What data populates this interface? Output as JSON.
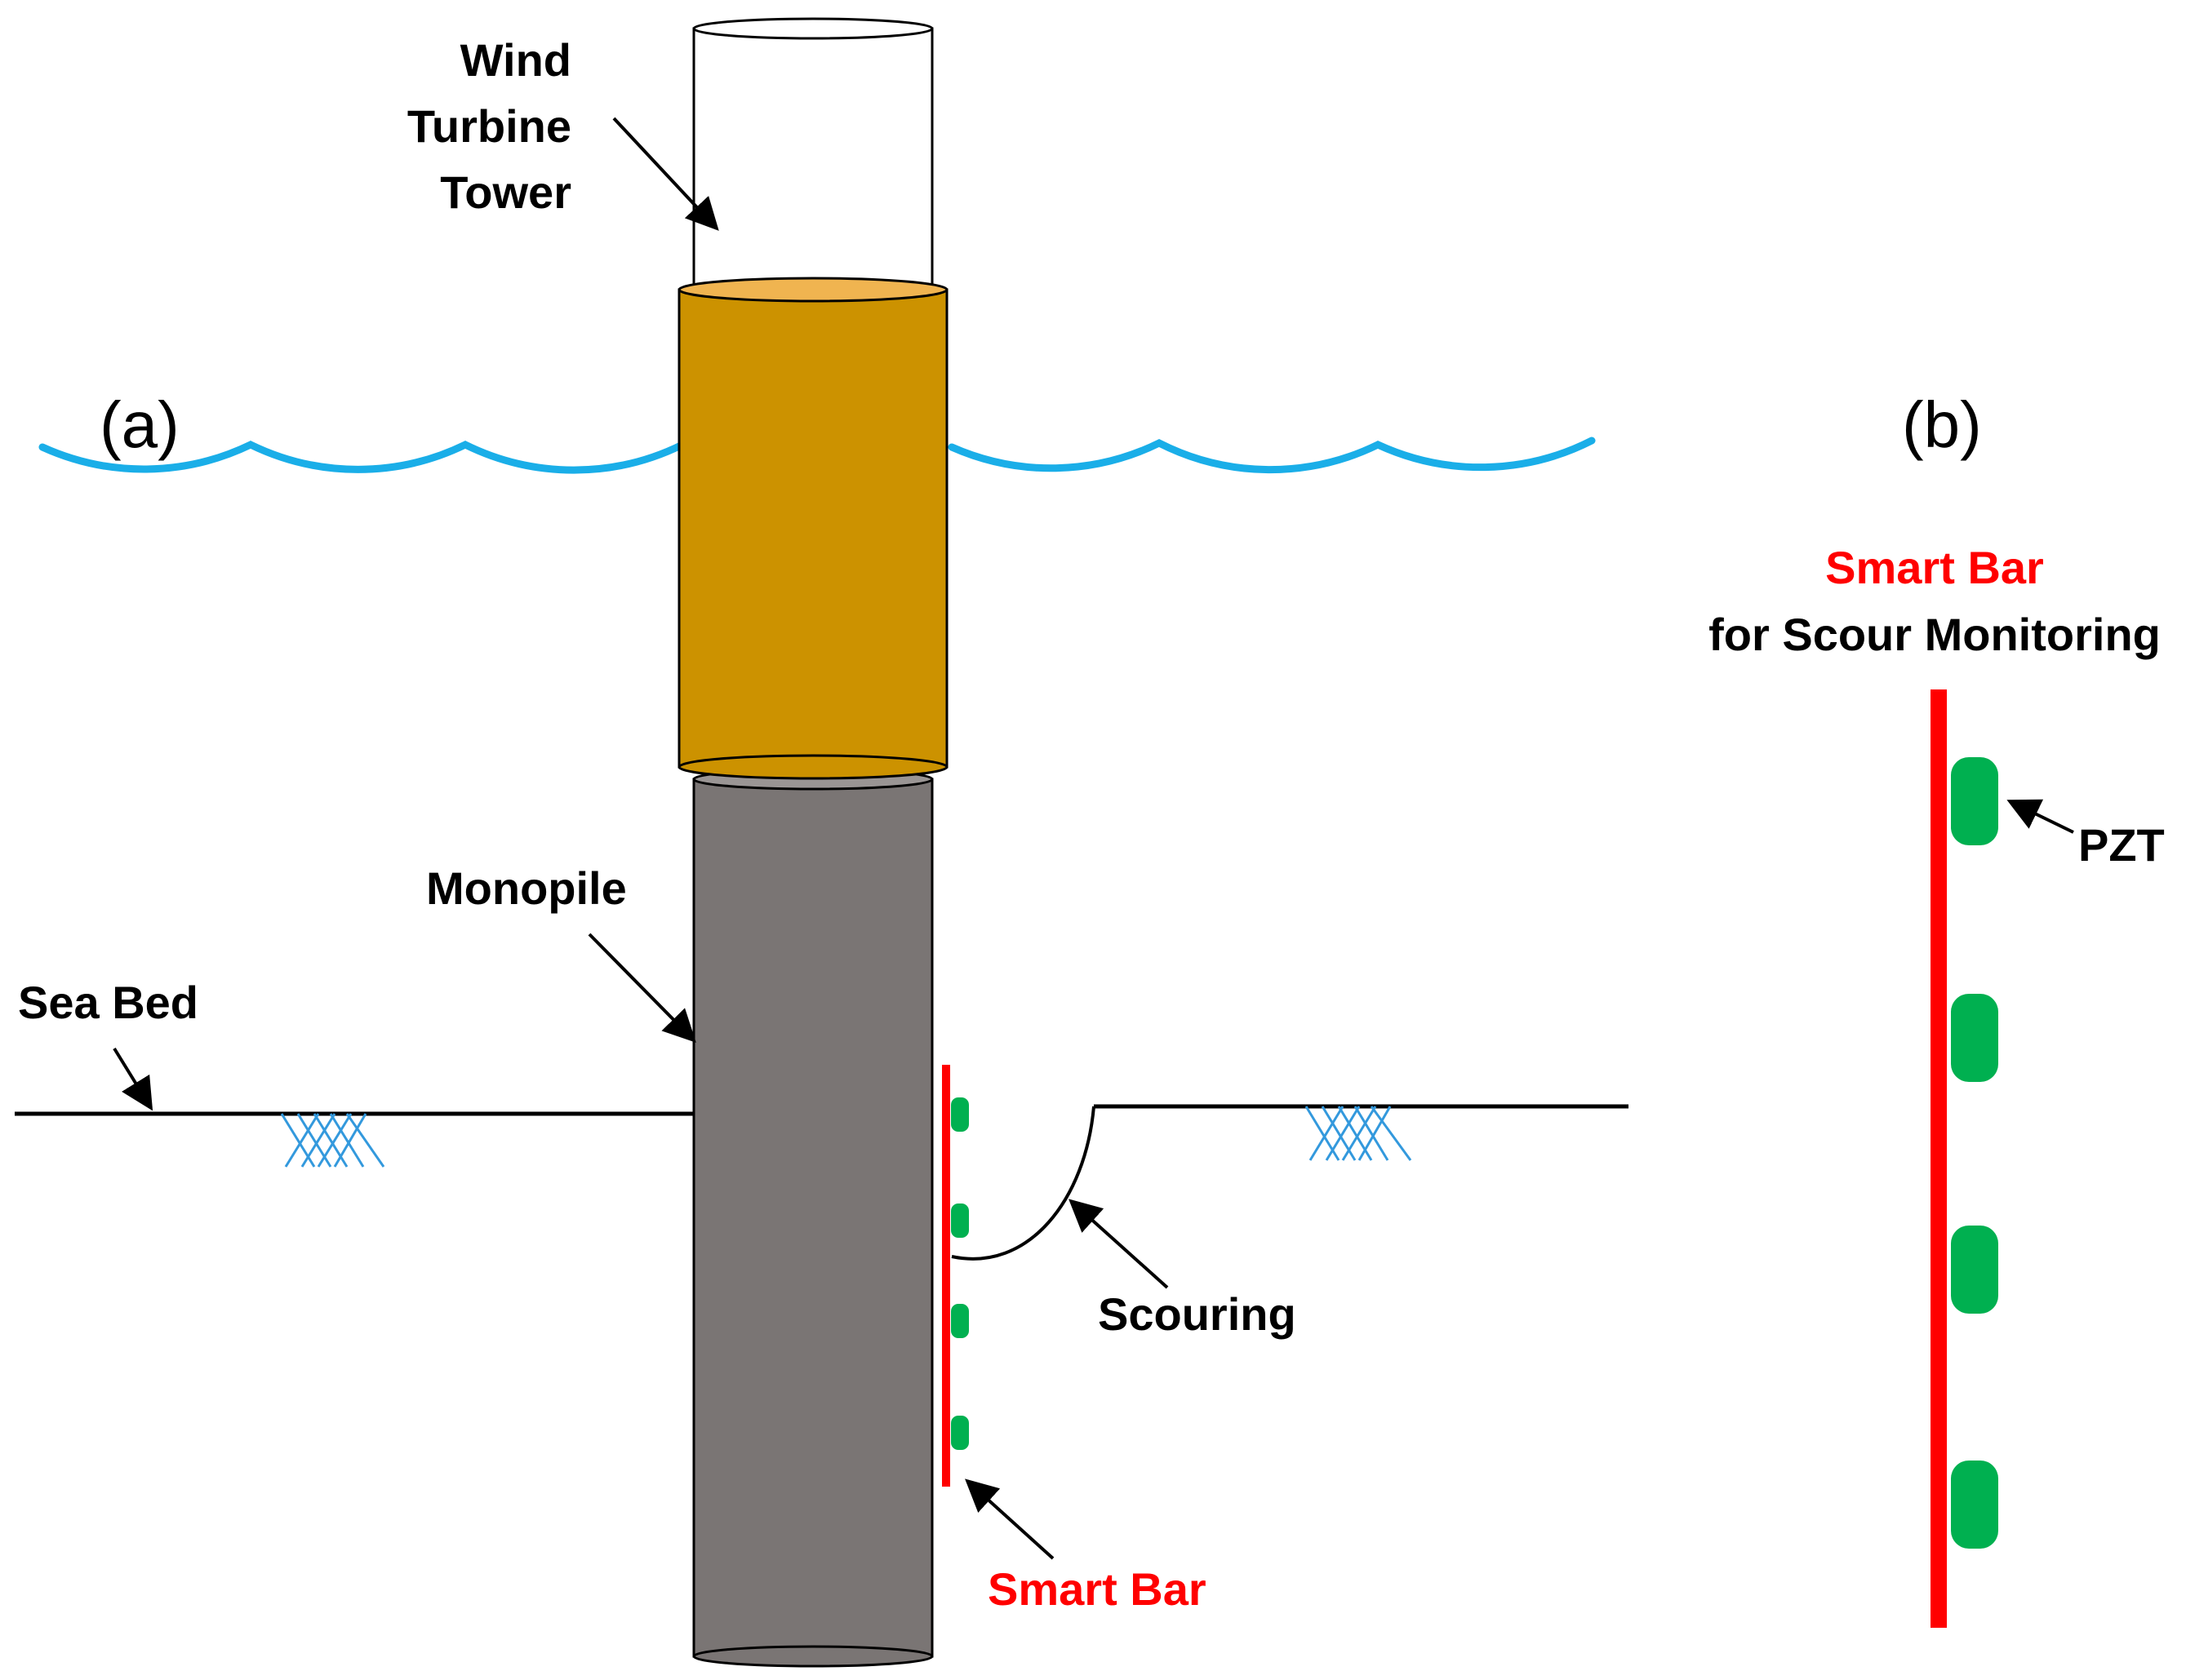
{
  "panels": {
    "a": "(a)",
    "b": "(b)"
  },
  "labels": {
    "tower_line1": "Wind",
    "tower_line2": "Turbine",
    "tower_line3": "Tower",
    "monopile": "Monopile",
    "sea_bed": "Sea Bed",
    "scouring": "Scouring",
    "smart_bar": "Smart Bar",
    "pzt": "PZT"
  },
  "panel_b": {
    "title": "Smart Bar",
    "subtitle": "for Scour Monitoring"
  },
  "colors": {
    "water": "#1aaee8",
    "transition_piece": "#cc9200",
    "monopile": "#7a7574",
    "smart_bar": "#ff0000",
    "pzt": "#00b050",
    "sediment": "#3399dd"
  }
}
